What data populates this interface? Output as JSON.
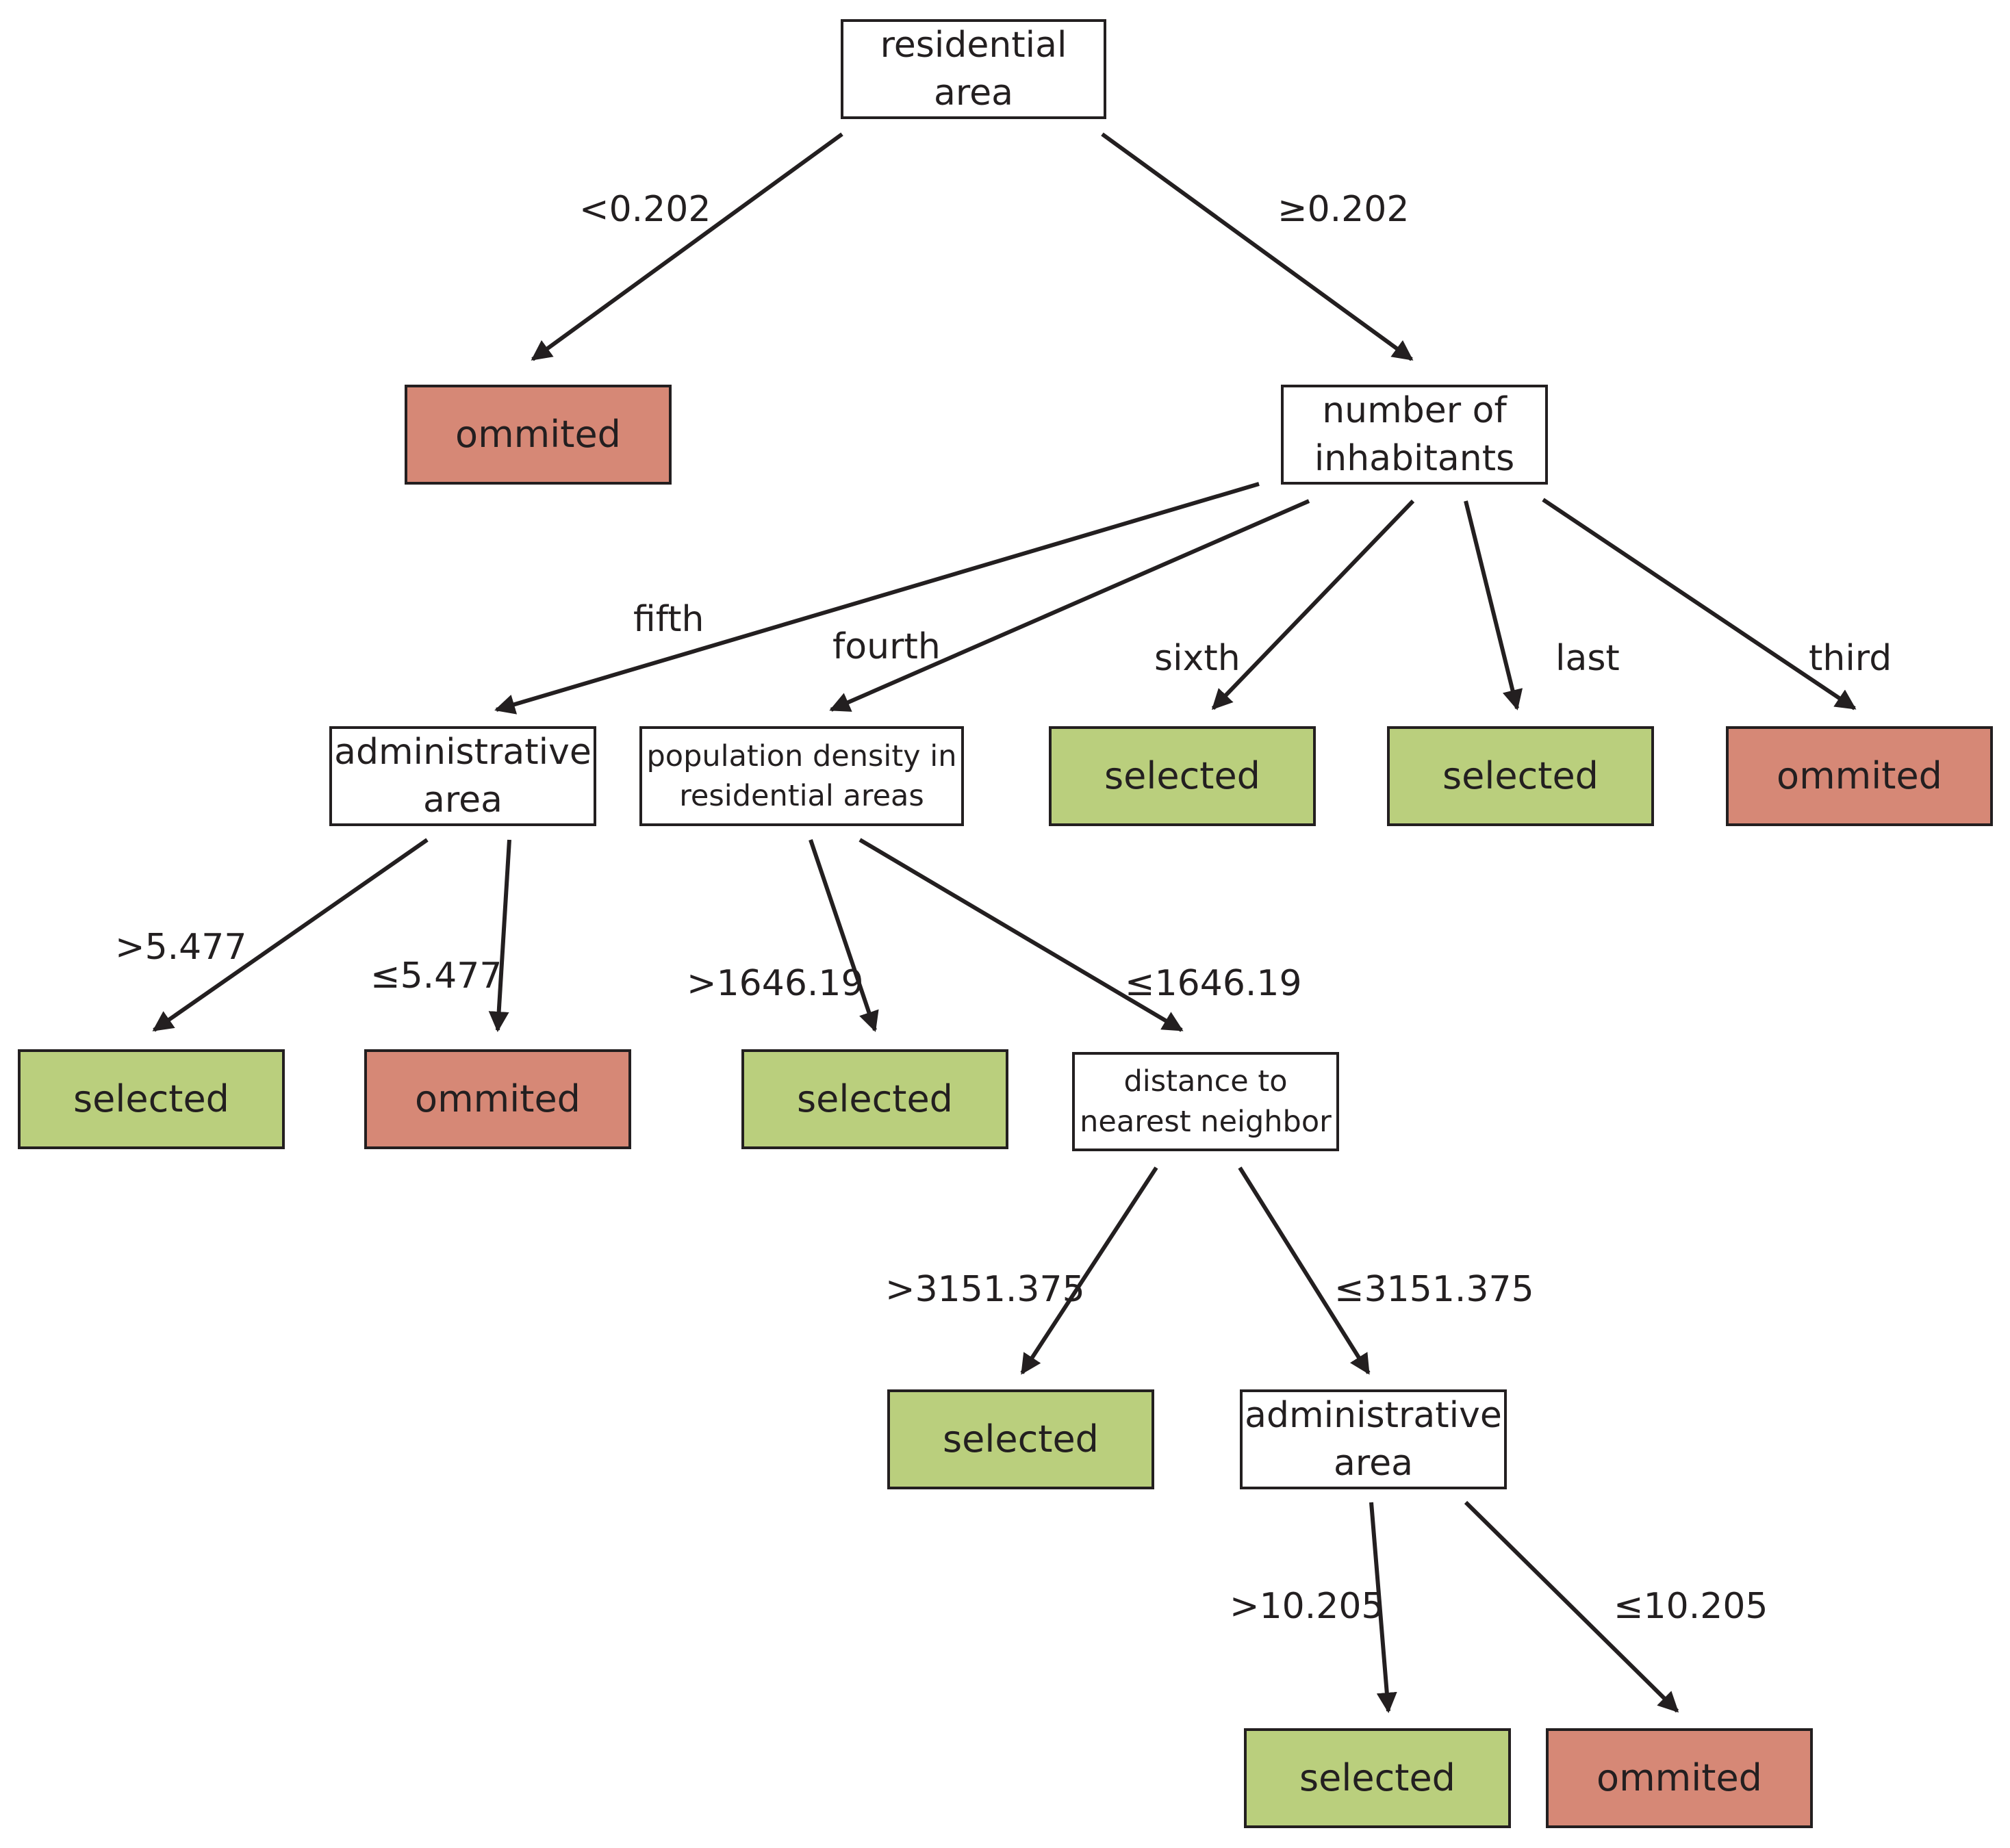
{
  "colors": {
    "decision_fill": "#ffffff",
    "selected_fill": "#bacf7d",
    "omitted_fill": "#d68876",
    "line": "#231f20"
  },
  "nodes": {
    "root": {
      "label": "residential\narea",
      "kind": "decision"
    },
    "root_left": {
      "label": "ommited",
      "kind": "omitted"
    },
    "inhabitants": {
      "label": "number of\ninhabitants",
      "kind": "decision"
    },
    "admin1": {
      "label": "administrative\narea",
      "kind": "decision"
    },
    "popdens": {
      "label": "population density in\nresidential areas",
      "kind": "decision"
    },
    "sixth_leaf": {
      "label": "selected",
      "kind": "selected"
    },
    "last_leaf": {
      "label": "selected",
      "kind": "selected"
    },
    "third_leaf": {
      "label": "ommited",
      "kind": "omitted"
    },
    "admin1_gt": {
      "label": "selected",
      "kind": "selected"
    },
    "admin1_le": {
      "label": "ommited",
      "kind": "omitted"
    },
    "popdens_gt": {
      "label": "selected",
      "kind": "selected"
    },
    "distance": {
      "label": "distance to\nnearest neighbor",
      "kind": "decision"
    },
    "distance_gt": {
      "label": "selected",
      "kind": "selected"
    },
    "admin2": {
      "label": "administrative\narea",
      "kind": "decision"
    },
    "admin2_gt": {
      "label": "selected",
      "kind": "selected"
    },
    "admin2_le": {
      "label": "ommited",
      "kind": "omitted"
    }
  },
  "edges": {
    "root_lt": {
      "label": "<0.202"
    },
    "root_ge": {
      "label": "≥0.202"
    },
    "inh_fifth": {
      "label": "fifth"
    },
    "inh_fourth": {
      "label": "fourth"
    },
    "inh_sixth": {
      "label": "sixth"
    },
    "inh_last": {
      "label": "last"
    },
    "inh_third": {
      "label": "third"
    },
    "admin1_gt": {
      "label": ">5.477"
    },
    "admin1_le": {
      "label": "≤5.477"
    },
    "pop_gt": {
      "label": ">1646.19"
    },
    "pop_le": {
      "label": "≤1646.19"
    },
    "dist_gt": {
      "label": ">3151.375"
    },
    "dist_le": {
      "label": "≤3151.375"
    },
    "admin2_gt": {
      "label": ">10.205"
    },
    "admin2_le": {
      "label": "≤10.205"
    }
  }
}
